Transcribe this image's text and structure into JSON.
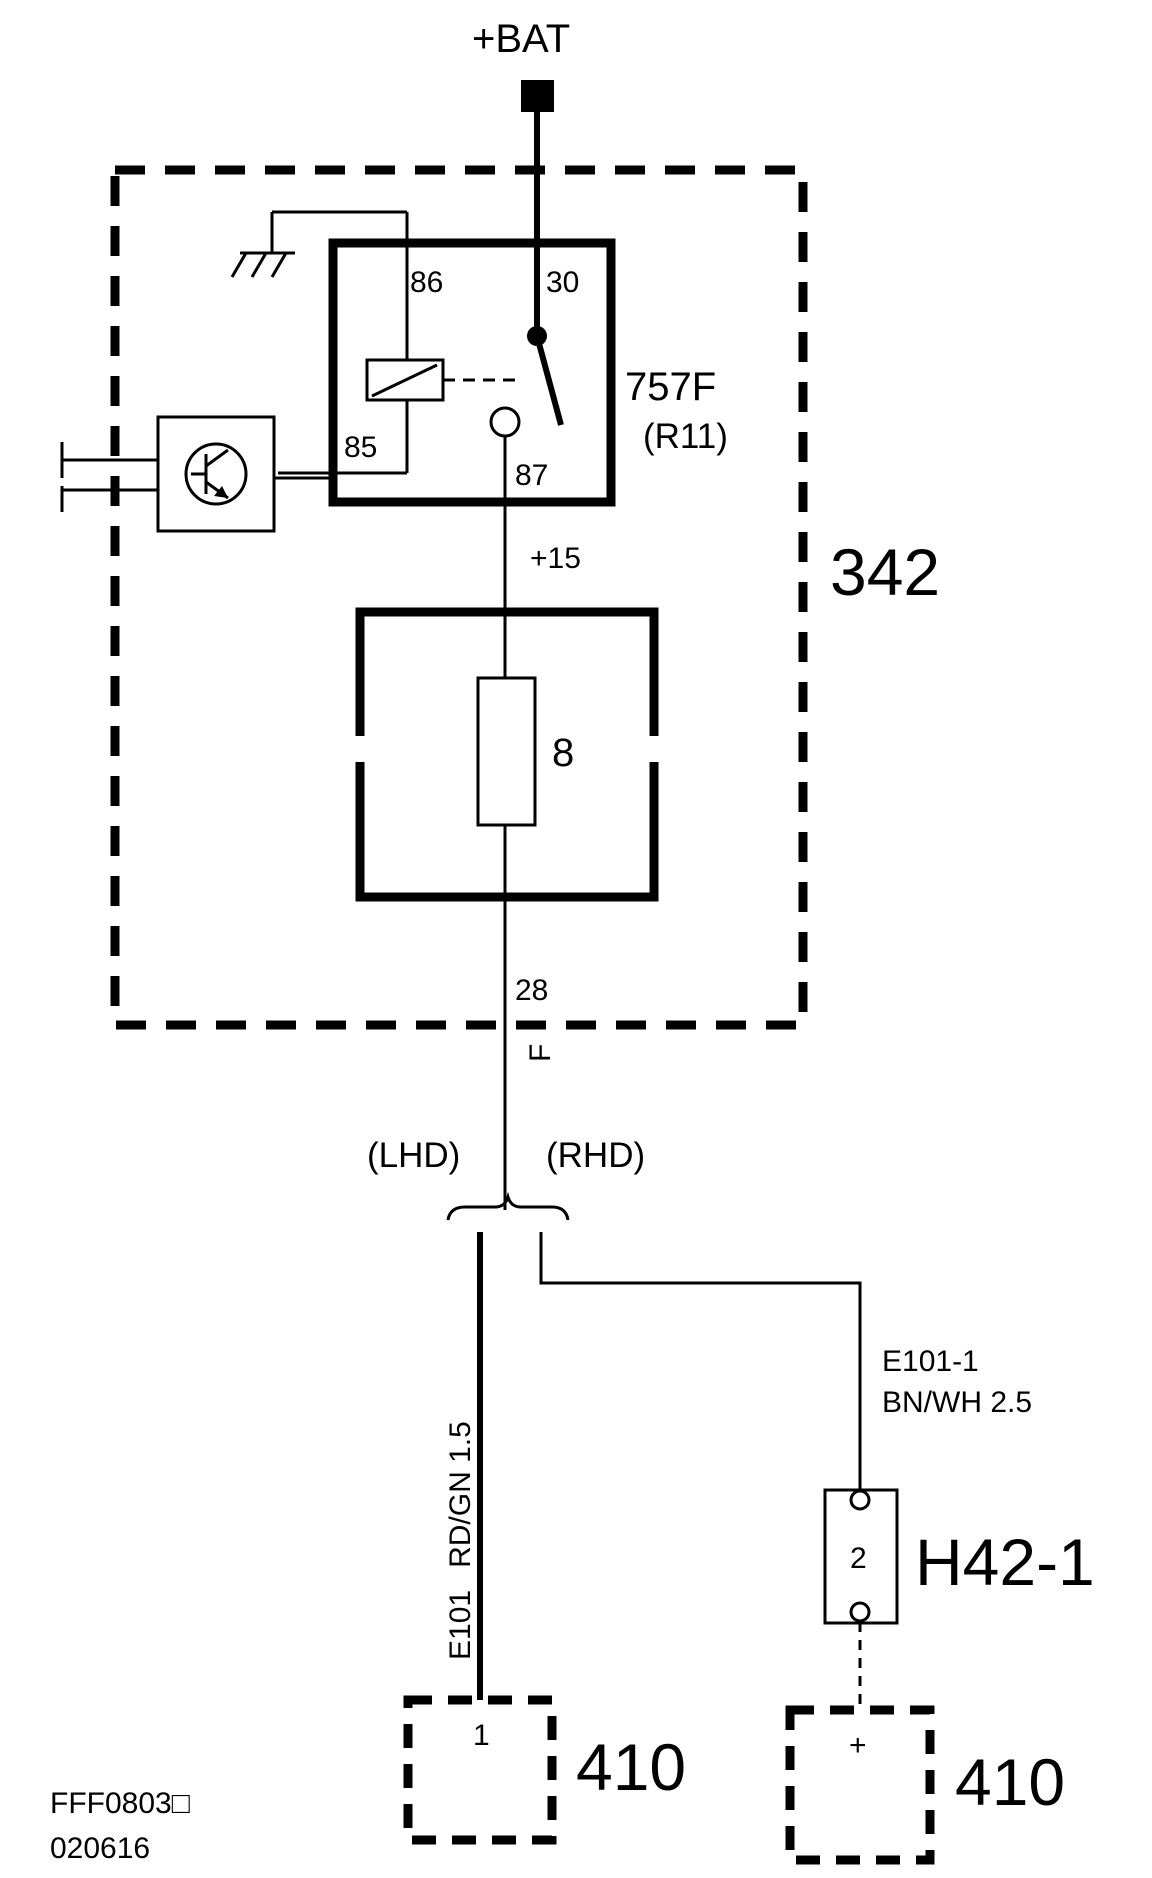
{
  "supply": {
    "label": "+BAT"
  },
  "module": {
    "id": "342"
  },
  "relay": {
    "code": "757F",
    "ref": "(R11)",
    "pins": {
      "p86": "86",
      "p30": "30",
      "p85": "85",
      "p87": "87"
    }
  },
  "fuse": {
    "supply_label": "+15",
    "number": "8",
    "output_pin": "28",
    "output_letter": "F"
  },
  "variants": {
    "lhd": "(LHD)",
    "rhd": "(RHD)"
  },
  "wires": {
    "lhd": {
      "id": "E101",
      "spec": "RD/GN 1.5"
    },
    "rhd": {
      "id": "E101-1",
      "spec": "BN/WH 2.5"
    }
  },
  "connector": {
    "id": "H42-1",
    "pin": "2"
  },
  "targets": {
    "left": {
      "id": "410",
      "pin": "1"
    },
    "right": {
      "id": "410",
      "pin": "+"
    }
  },
  "footer": {
    "code": "FFF0803□",
    "date": "020616"
  }
}
